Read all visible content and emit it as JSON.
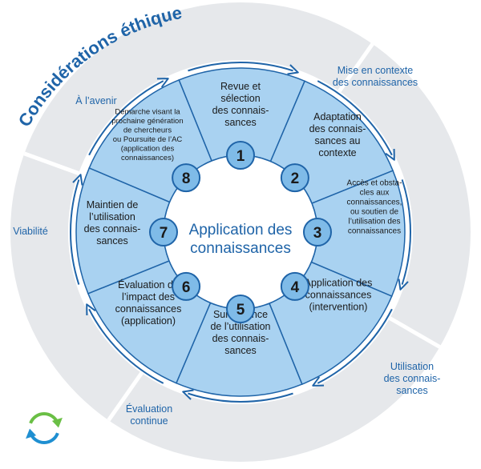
{
  "title": "Considérations éthiques",
  "center": {
    "line1": "Application des",
    "line2": "connaissances"
  },
  "outer_labels": {
    "future": "À l’avenir",
    "context": [
      "Mise en contexte",
      "des connaissances"
    ],
    "sustain": "Viabilité",
    "use": [
      "Utilisation",
      "des connais-",
      "sances"
    ],
    "evaluation": [
      "Évaluation",
      "continue"
    ]
  },
  "steps": [
    {
      "num": "1",
      "lines": [
        "Revue et",
        "sélection",
        "des connais-",
        "sances"
      ]
    },
    {
      "num": "2",
      "lines": [
        "Adaptation",
        "des connais-",
        "sances au",
        "contexte"
      ]
    },
    {
      "num": "3",
      "lines": [
        "Accès et obsta-",
        "cles aux",
        "connaissances,",
        "ou soutien de",
        "l’utilisation des",
        "connaissances"
      ]
    },
    {
      "num": "4",
      "lines": [
        "Application des",
        "connaissances",
        "(intervention)"
      ]
    },
    {
      "num": "5",
      "lines": [
        "Surveillance",
        "de l’utilisation",
        "des connais-",
        "sances"
      ]
    },
    {
      "num": "6",
      "lines": [
        "Évaluation de",
        "l’impact des",
        "connaissances",
        "(application)"
      ]
    },
    {
      "num": "7",
      "lines": [
        "Maintien de",
        "l’utilisation",
        "des connais-",
        "sances"
      ]
    },
    {
      "num": "8",
      "lines": [
        "Démarche visant la",
        "prochaine génération",
        "de chercheurs",
        "ou Poursuite de l’AC",
        "(application des",
        "connaissances)"
      ]
    }
  ],
  "colors": {
    "outer_ring": "#e6e8eb",
    "segment": "#a9d2f1",
    "segment_stroke": "#1f64a8",
    "badge": "#7fbbe8",
    "title": "#1f64a8",
    "cycle_green": "#6abf45",
    "cycle_blue": "#1f8fd1"
  },
  "icons": [
    "arrow-icon",
    "cycle-icon"
  ]
}
